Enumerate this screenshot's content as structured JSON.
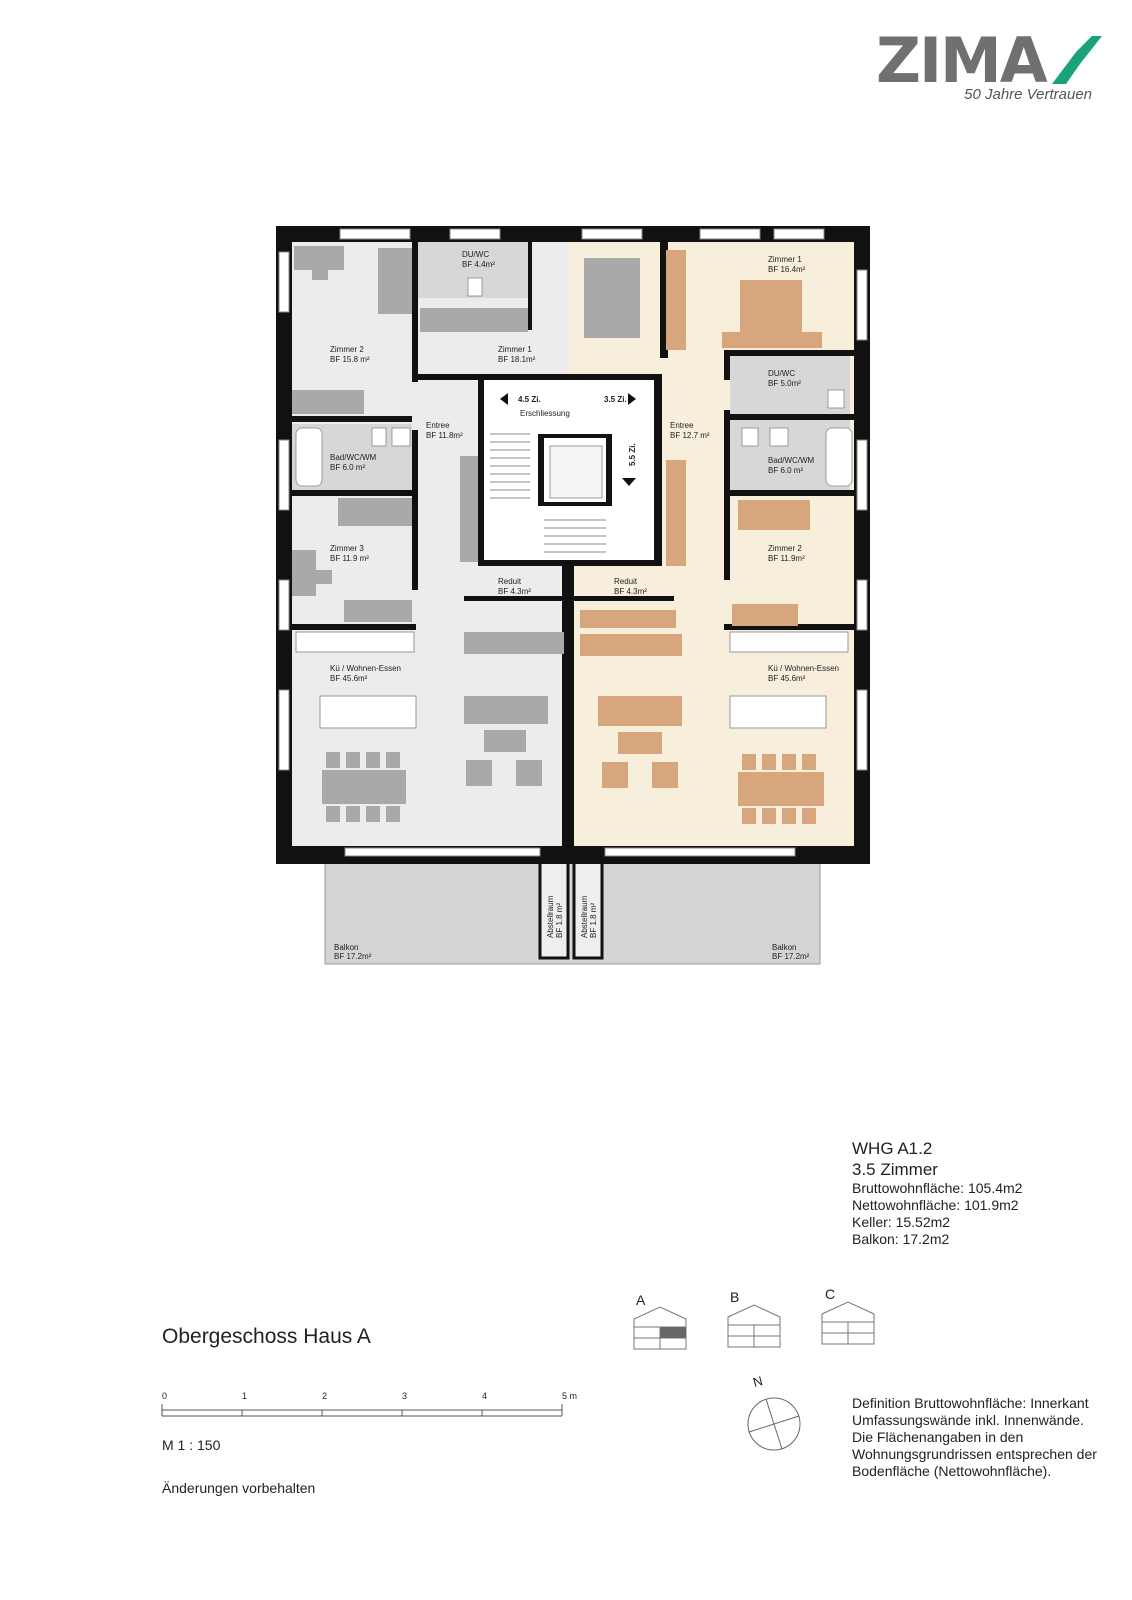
{
  "logo": {
    "word": "ZIMA",
    "tagline": "50 Jahre Vertrauen"
  },
  "colors": {
    "wall": "#111111",
    "floor_grey": "#ececec",
    "floor_beige": "#f8eedc",
    "furniture_grey": "#a9a9a9",
    "furniture_orange": "#d7a67c",
    "balcony": "#d4d4d4",
    "logo_grey": "#707070",
    "logo_green": "#1aa37a"
  },
  "rooms": {
    "zimmer2_left": {
      "name": "Zimmer 2",
      "area": "BF 15.8 m²"
    },
    "duwc_left": {
      "name": "DU/WC",
      "area": "BF 4.4m²"
    },
    "zimmer1_left": {
      "name": "Zimmer 1",
      "area": "BF 18.1m²"
    },
    "zimmer1_right": {
      "name": "Zimmer 1",
      "area": "BF 16.4m²"
    },
    "duwc_right": {
      "name": "DU/WC",
      "area": "BF 5.0m²"
    },
    "bad_left": {
      "name": "Bad/WC/WM",
      "area": "BF 6.0 m²"
    },
    "entree_left": {
      "name": "Entree",
      "area": "BF 11.8m²"
    },
    "entree_right": {
      "name": "Entree",
      "area": "BF 12.7 m²"
    },
    "bad_right": {
      "name": "Bad/WC/WM",
      "area": "BF 6.0 m²"
    },
    "zimmer3_left": {
      "name": "Zimmer 3",
      "area": "BF 11.9 m²"
    },
    "zimmer2_right": {
      "name": "Zimmer 2",
      "area": "BF 11.9m²"
    },
    "reduit_left": {
      "name": "Reduit",
      "area": "BF 4.3m²"
    },
    "reduit_right": {
      "name": "Reduit",
      "area": "BF 4.3m²"
    },
    "kue_left": {
      "name": "Kü / Wohnen-Essen",
      "area": "BF 45.6m²"
    },
    "kue_right": {
      "name": "Kü / Wohnen-Essen",
      "area": "BF 45.6m²"
    },
    "erschliessung": {
      "name": "Erschliessung"
    },
    "balkon_left": {
      "name": "Balkon",
      "area": "BF 17.2m²"
    },
    "balkon_right": {
      "name": "Balkon",
      "area": "BF 17.2m²"
    },
    "abstell_left": {
      "name": "Abstellraum",
      "area": "BF 1.8 m²"
    },
    "abstell_right": {
      "name": "Abstellraum",
      "area": "BF 1.8 m²"
    }
  },
  "stair_labels": {
    "left": "4.5 Zi.",
    "right": "3.5 Zi.",
    "down": "5.5 Zi."
  },
  "unit": {
    "id": "WHG A1.2",
    "rooms": "3.5 Zimmer",
    "gross": "Bruttowohnfläche: 105.4m2",
    "net": "Nettowohnfläche: 101.9m2",
    "cellar": "Keller: 15.52m2",
    "balcony": "Balkon: 17.2m2"
  },
  "floor_title": "Obergeschoss Haus A",
  "houses": [
    "A",
    "B",
    "C"
  ],
  "highlighted_house": "A",
  "scale": {
    "ticks": [
      "0",
      "1",
      "2",
      "3",
      "4",
      "5 m"
    ],
    "ratio": "M    1 : 150"
  },
  "north_label": "N",
  "disclaimer": "Änderungen vorbehalten",
  "definition": "Definition Bruttowohnfläche: Innerkant Umfassungswände inkl. Innenwände. Die Flächenangaben in den Wohnungsgrundrissen entsprechen der Bodenfläche (Nettowohnfläche)."
}
